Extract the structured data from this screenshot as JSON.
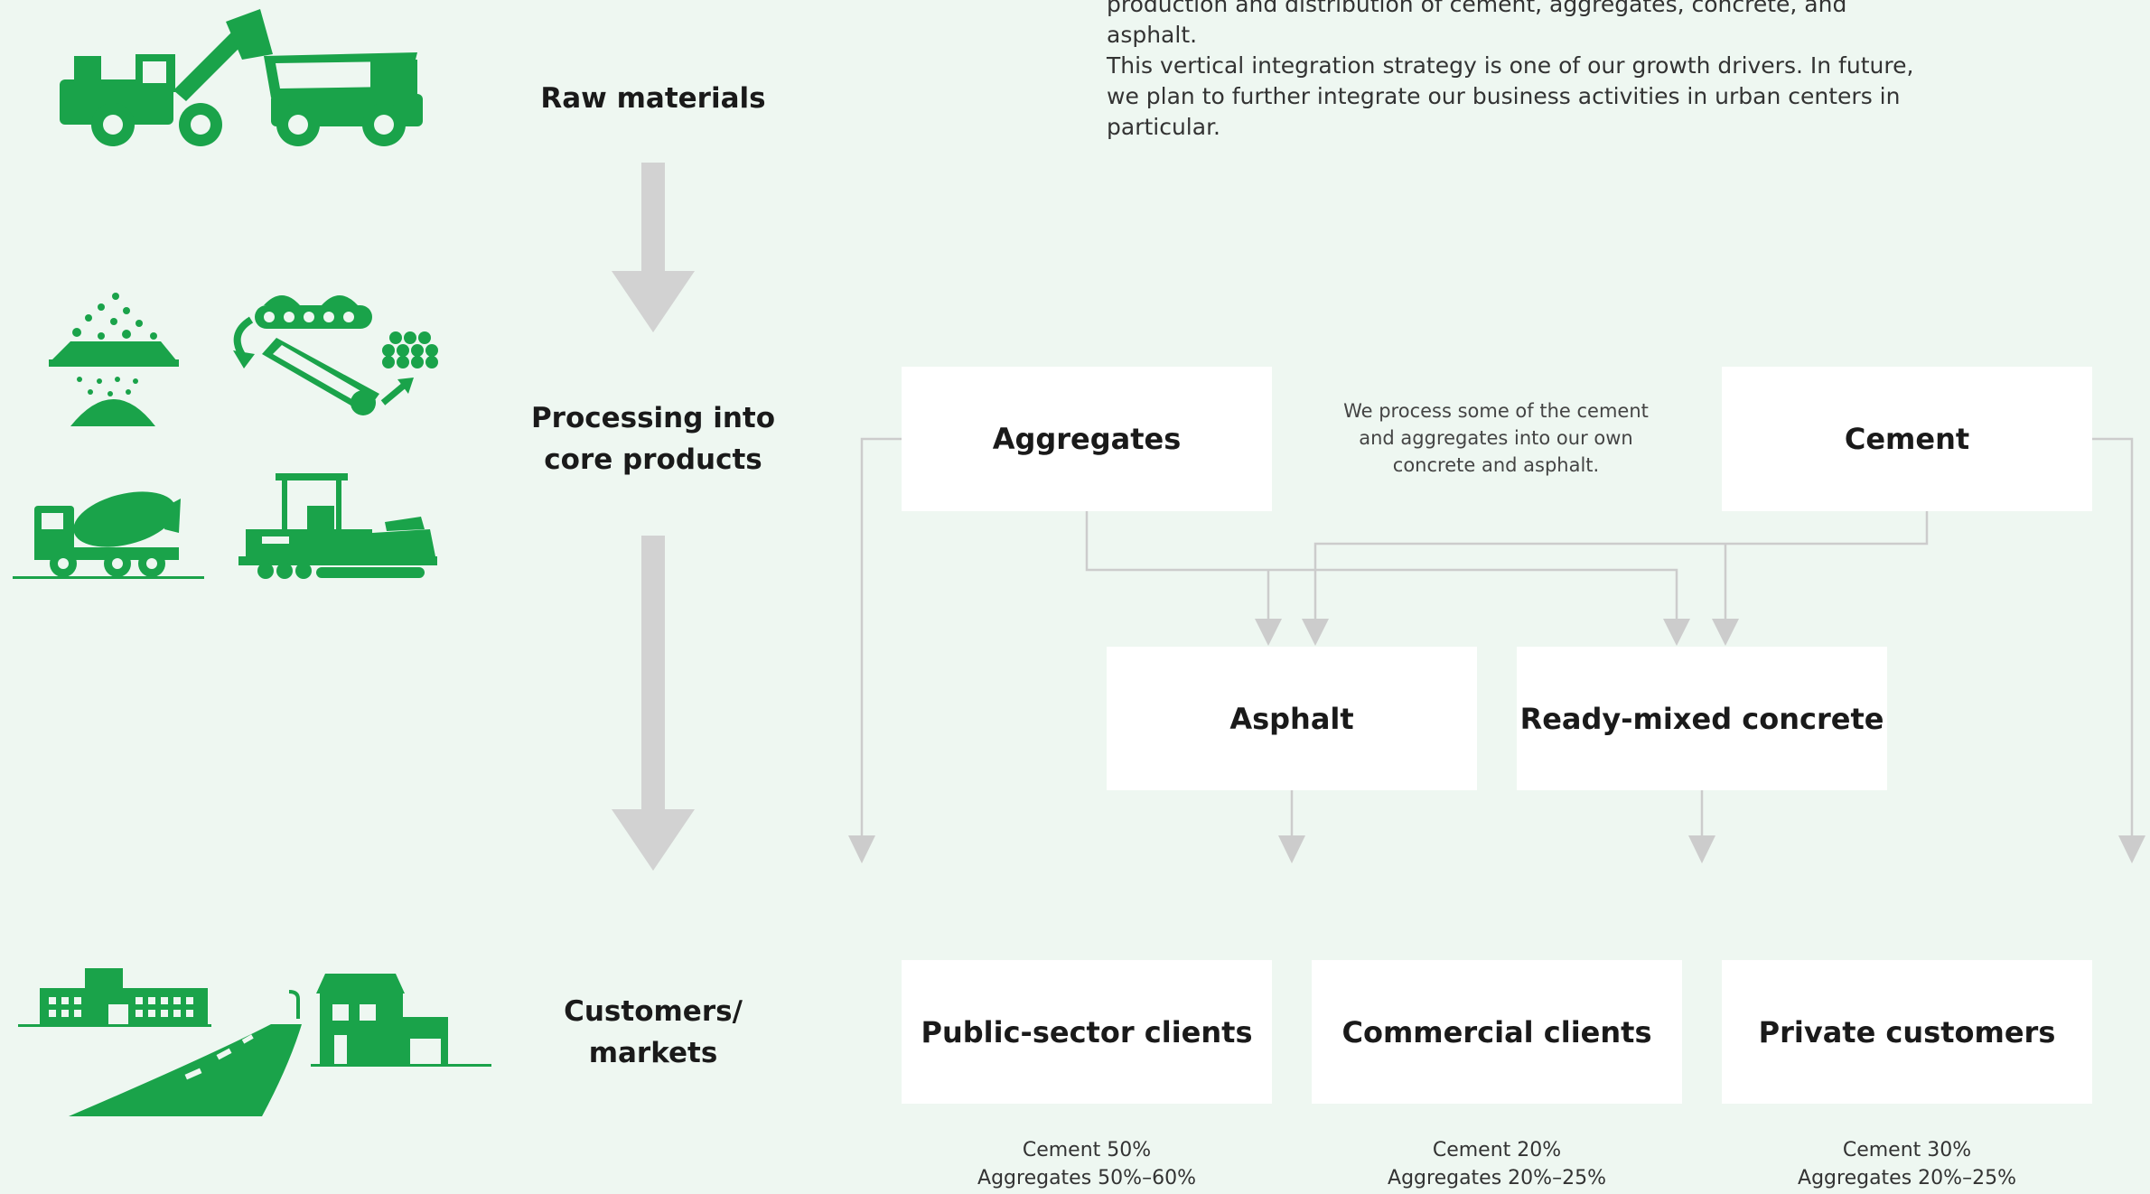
{
  "intro": {
    "line1": "production and distribution of cement, aggregates, concrete, and asphalt.",
    "line2": "This vertical integration strategy is one of our growth drivers. In future,",
    "line3": "we plan to further integrate our business activities in urban centers in",
    "line4": "particular."
  },
  "stages": {
    "raw": "Raw materials",
    "processing_1": "Processing into",
    "processing_2": "core products",
    "customers_1": "Customers/",
    "customers_2": "markets"
  },
  "boxes": {
    "aggregates": "Aggregates",
    "cement": "Cement",
    "asphalt": "Asphalt",
    "concrete": "Ready-mixed concrete",
    "public": "Public-sector clients",
    "commercial": "Commercial clients",
    "private": "Private customers"
  },
  "note": {
    "line1": "We process some of the cement",
    "line2": "and aggregates into our own",
    "line3": "concrete and asphalt."
  },
  "shares": {
    "public": {
      "cement": "Cement 50%",
      "aggregates": "Aggregates 50%–60%"
    },
    "commercial": {
      "cement": "Cement 20%",
      "aggregates": "Aggregates 20%–25%"
    },
    "private": {
      "cement": "Cement 30%",
      "aggregates": "Aggregates 20%–25%"
    }
  },
  "colors": {
    "background": "#eef7f1",
    "icon_green": "#1aa34a",
    "connector_gray": "#cccccc",
    "box_white": "#ffffff"
  },
  "icons": [
    "tractor-icon",
    "dump-truck-icon",
    "sieve-sand-icon",
    "conveyor-kiln-icon",
    "concrete-mixer-truck-icon",
    "asphalt-paver-icon",
    "buildings-icon",
    "road-icon",
    "house-icon"
  ]
}
